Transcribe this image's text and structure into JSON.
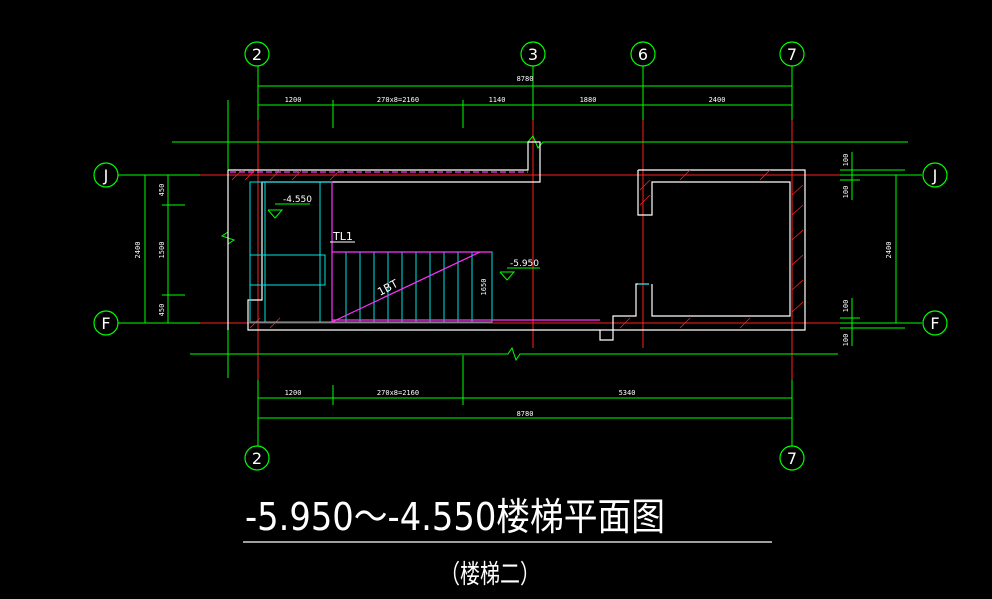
{
  "colors": {
    "background": "#000000",
    "grid_axis": "#00ff00",
    "axis_center": "#ff0000",
    "wall": "#ffffff",
    "stair": "#00e5e5",
    "beam": "#ff33ff",
    "hatch": "#ff2020",
    "text": "#ffffff",
    "text_yellow": "#ffff40"
  },
  "grid_bubbles": {
    "top": [
      "2",
      "3",
      "6",
      "7"
    ],
    "bottom": [
      "2",
      "7"
    ],
    "left": [
      "J",
      "F"
    ],
    "right": [
      "J",
      "F"
    ]
  },
  "dimensions": {
    "top_overall": "8780",
    "top_segments": [
      "1200",
      "270x8=2160",
      "1140",
      "1880",
      "2400"
    ],
    "bottom_segments": [
      "1200",
      "270x8=2160",
      "5340"
    ],
    "bottom_overall": "8780",
    "left_outer": "2400",
    "left_segments": [
      "450",
      "1500",
      "450"
    ],
    "right_outer": "2400",
    "right_small_top": [
      "100",
      "100"
    ],
    "right_small_bottom": [
      "100",
      "100"
    ],
    "stair_width": "1650"
  },
  "labels": {
    "level_upper": "-4.550",
    "level_lower": "-5.950",
    "beam": "TL1",
    "stair": "1BT"
  },
  "title": {
    "main": "-5.950～-4.550楼梯平面图",
    "sub": "（楼梯二）"
  }
}
